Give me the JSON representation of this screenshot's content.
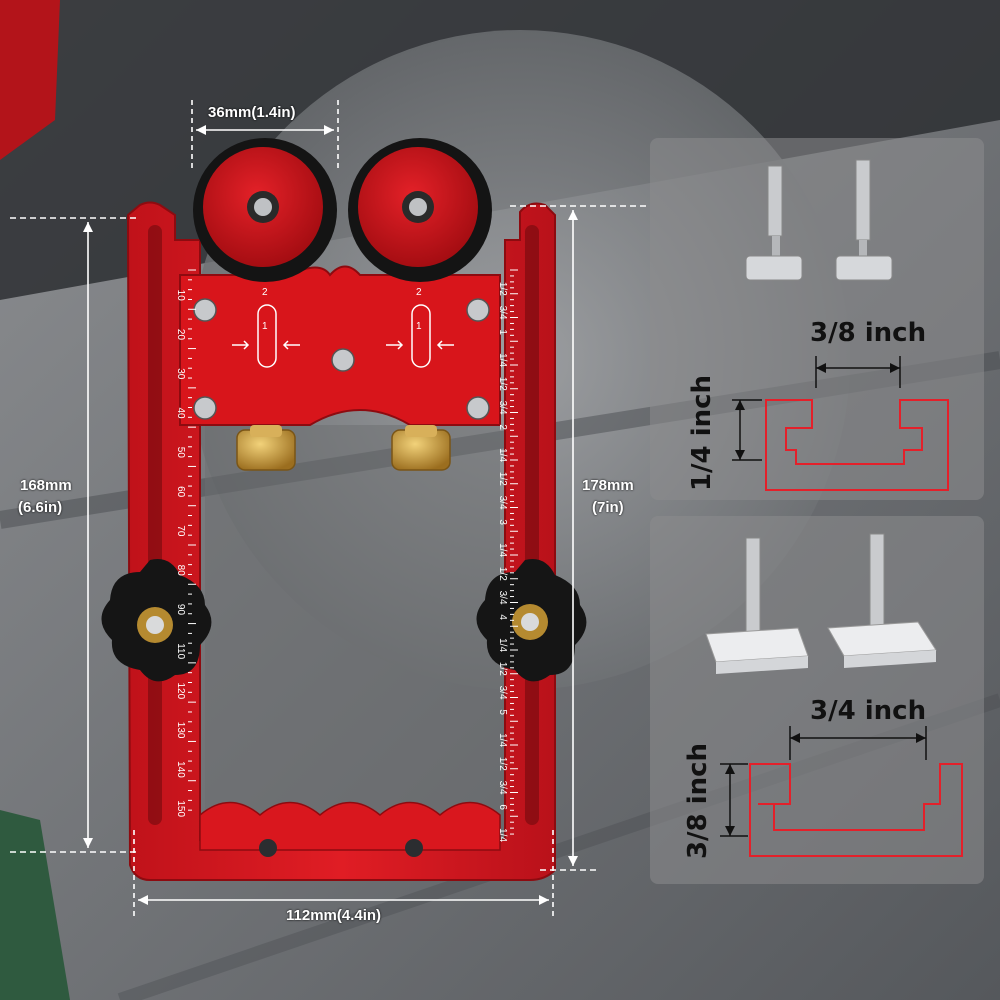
{
  "dimensions": {
    "top_width": "36mm(1.4in)",
    "left_height_mm": "168mm",
    "left_height_in": "(6.6in)",
    "right_height_mm": "178mm",
    "right_height_in": "(7in)",
    "bottom_width": "112mm(4.4in)"
  },
  "panel_top": {
    "slot_width": "3/8 inch",
    "slot_depth": "1/4 inch"
  },
  "panel_bottom": {
    "slot_width": "3/4 inch",
    "slot_depth": "3/8 inch"
  },
  "left_scale": [
    "10",
    "20",
    "30",
    "40",
    "50",
    "60",
    "70",
    "80",
    "90",
    "110",
    "120",
    "130",
    "140",
    "150"
  ],
  "right_scale": [
    "1/2",
    "3/4",
    "1",
    "1/4",
    "1/2",
    "3/4",
    "2",
    "1/4",
    "1/2",
    "3/4",
    "3",
    "1/4",
    "1/2",
    "3/4",
    "4",
    "1/4",
    "1/2",
    "3/4",
    "5",
    "1/4",
    "1/2",
    "3/4",
    "6",
    "1/4"
  ],
  "bracket_marks": [
    "2",
    "1"
  ],
  "colors": {
    "jig_red": "#d8151b",
    "jig_dark_red": "#a50d12",
    "accent_line": "#e4202a",
    "brass": "#c99a3a",
    "knob_black": "#1a1a1a"
  }
}
